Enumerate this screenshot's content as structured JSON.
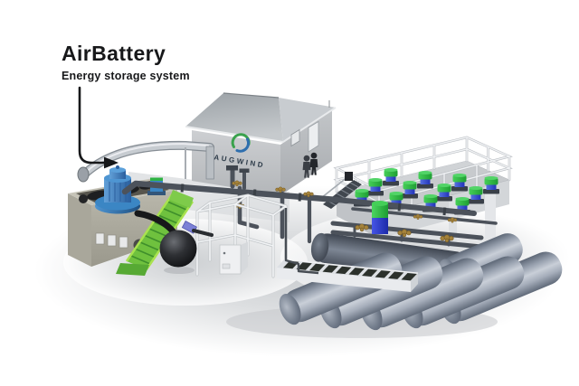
{
  "annotation": {
    "title": "AirBattery",
    "subtitle": "Energy storage system"
  },
  "building": {
    "brand": "AUGWIND"
  },
  "colors": {
    "background": "#ffffff",
    "annotation_text": "#17181a",
    "arrow": "#17181a",
    "logo_green": "#3aa24d",
    "logo_blue": "#2f6fae",
    "brand_text": "#2c3a48",
    "roof_gray": "#b0b5b9",
    "wall_gray": "#c4c7ca",
    "platform_gray": "#c6c9cd",
    "railing_white": "#eef0f2",
    "pipe_dark": "#50565e",
    "silver_pipe": "#c7ccd1",
    "brass_valve": "#a5833b",
    "tank_beige": "#b2b0a4",
    "pump_blue": "#3b86c4",
    "unit_green": "#2fb344",
    "unit_blue": "#3142d8",
    "conveyor_green": "#6fc13e",
    "conveyor_rail": "#a9e24f",
    "cylinder_gray": "#99a2b0",
    "vessel_dark": "#59616e",
    "sphere_black": "#121316",
    "grate_dark": "#2e332e",
    "ground_shadow": "#cdd0d3"
  }
}
